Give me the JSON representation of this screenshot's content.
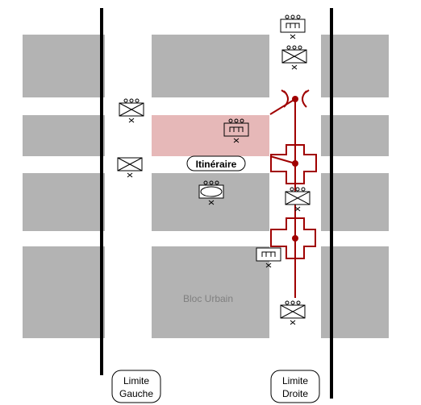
{
  "labels": {
    "route": "Itinéraire",
    "urban_block": "Bloc Urbain",
    "left_boundary": [
      "Limite",
      "Gauche"
    ],
    "right_boundary": [
      "Limite",
      "Droite"
    ]
  },
  "colors": {
    "block": "#b3b3b3",
    "highlight": "#e6b8b8",
    "boundary": "#000000",
    "route_graphic": "#a00000",
    "symbol": "#000000",
    "block_label": "#7f7f7f"
  },
  "symbols": [
    {
      "name": "unit-symbol-top-1",
      "type": "box-ooo-bracket"
    },
    {
      "name": "unit-symbol-top-2",
      "type": "box-ooo-cross"
    },
    {
      "name": "unit-symbol-left-1",
      "type": "box-ooo-cross"
    },
    {
      "name": "unit-symbol-left-2",
      "type": "box-cross"
    },
    {
      "name": "unit-symbol-center-1",
      "type": "box-ooo-bracket"
    },
    {
      "name": "unit-symbol-center-2",
      "type": "box-ellipse"
    },
    {
      "name": "unit-symbol-right-1",
      "type": "box-ooo-cross"
    },
    {
      "name": "unit-symbol-right-2",
      "type": "box-bracket"
    },
    {
      "name": "unit-symbol-bottom",
      "type": "box-ooo-cross"
    }
  ]
}
